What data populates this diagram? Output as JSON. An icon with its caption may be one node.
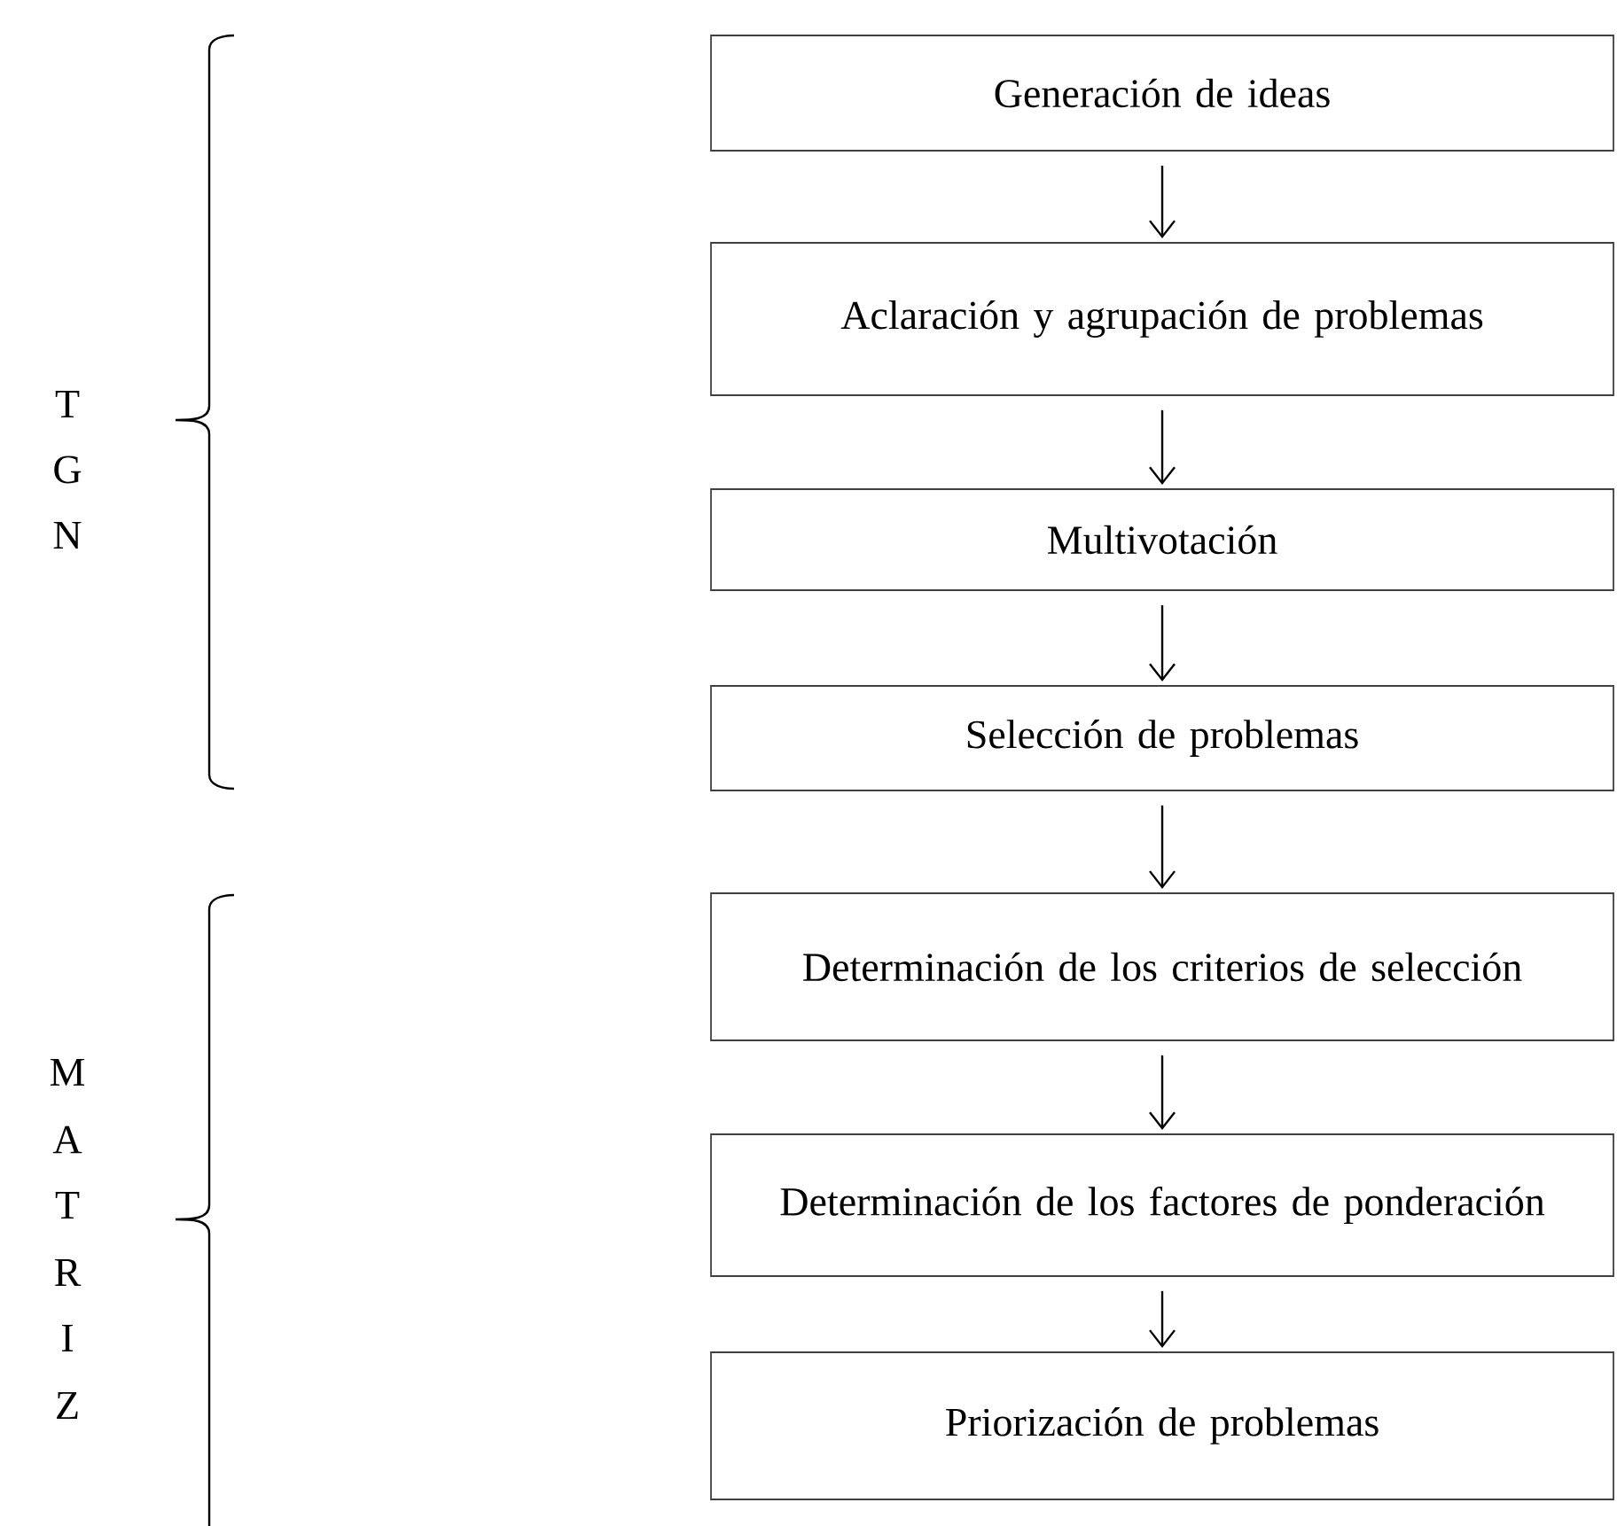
{
  "diagram": {
    "nodes": [
      {
        "text": [
          "Generación de ideas"
        ]
      },
      {
        "text": [
          "Aclaración y agrupación de problemas"
        ]
      },
      {
        "text": [
          "Multivotación"
        ]
      },
      {
        "text": [
          "Selección de problemas"
        ]
      },
      {
        "text": [
          "Determinación de los criterios de selección"
        ]
      },
      {
        "text": [
          "Determinación de los factores de ponderación"
        ]
      },
      {
        "text": [
          "Priorización de problemas"
        ]
      }
    ],
    "edges": [
      {
        "from": 0,
        "to": 1,
        "arrow": "to"
      },
      {
        "from": 1,
        "to": 2,
        "arrow": "to"
      },
      {
        "from": 2,
        "to": 3,
        "arrow": "to"
      },
      {
        "from": 3,
        "to": 4,
        "arrow": "to"
      },
      {
        "from": 4,
        "to": 5,
        "arrow": "to"
      },
      {
        "from": 5,
        "to": 6,
        "arrow": "to"
      }
    ],
    "labels": [
      "T",
      "G",
      "N",
      "M",
      "A",
      "T",
      "R",
      "I",
      "Z"
    ]
  }
}
